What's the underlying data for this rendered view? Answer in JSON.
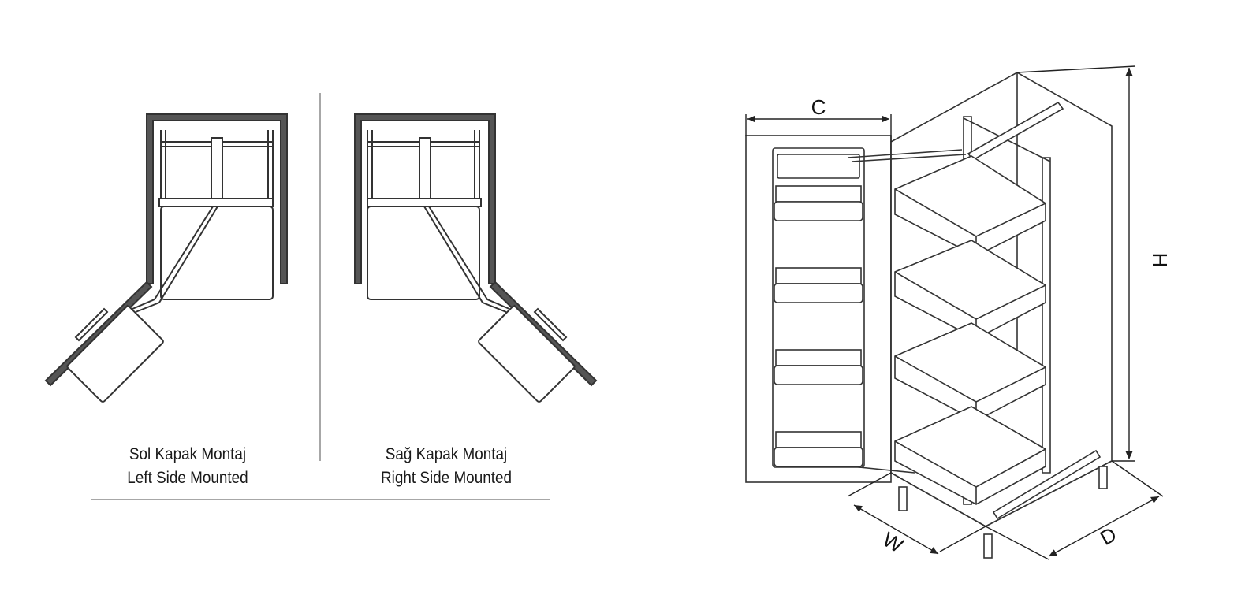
{
  "left_panel": {
    "left_caption": {
      "tr": "Sol Kapak Montaj",
      "en": "Left Side Mounted"
    },
    "right_caption": {
      "tr": "Sağ Kapak Montaj",
      "en": "Right Side Mounted"
    }
  },
  "dimensions": {
    "c": "C",
    "h": "H",
    "w": "W",
    "d": "D"
  },
  "colors": {
    "line": "#333333",
    "panel": "#555555",
    "divider": "#8a8a8a"
  }
}
